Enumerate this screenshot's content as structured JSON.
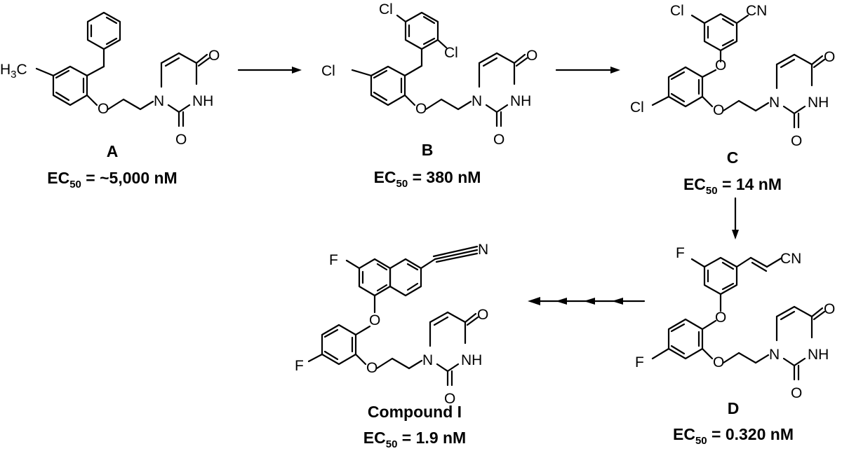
{
  "compounds": {
    "A": {
      "name": "A",
      "ec_prefix": "EC",
      "ec_sub": "50",
      "ec_value": " = ~5,000 nM",
      "atoms": {
        "h3c": "H",
        "h3c_sub": "3",
        "h3c_c": "C",
        "o_ether": "O",
        "n1": "N",
        "nh": "NH",
        "o_top": "O",
        "o_bot": "O"
      }
    },
    "B": {
      "name": "B",
      "ec_prefix": "EC",
      "ec_sub": "50",
      "ec_value": " = 380 nM",
      "atoms": {
        "cl_a": "Cl",
        "cl_b": "Cl",
        "cl_c": "Cl",
        "o_ether": "O",
        "n1": "N",
        "nh": "NH",
        "o_top": "O",
        "o_bot": "O"
      }
    },
    "C": {
      "name": "C",
      "ec_prefix": "EC",
      "ec_sub": "50",
      "ec_value": " = 14 nM",
      "atoms": {
        "cl_top": "Cl",
        "cn": "CN",
        "o_link": "O",
        "cl_left": "Cl",
        "o_ether": "O",
        "n1": "N",
        "nh": "NH",
        "o_top": "O",
        "o_bot": "O"
      }
    },
    "D": {
      "name": "D",
      "ec_prefix": "EC",
      "ec_sub": "50",
      "ec_value": " = 0.320 nM",
      "atoms": {
        "f_top": "F",
        "cn": "CN",
        "o_link": "O",
        "f_left": "F",
        "o_ether": "O",
        "n1": "N",
        "nh": "NH",
        "o_top": "O",
        "o_bot": "O"
      }
    },
    "I": {
      "name": "Compound I",
      "ec_prefix": "EC",
      "ec_sub": "50",
      "ec_value": " = 1.9 nM",
      "atoms": {
        "f_top": "F",
        "n_nitrile": "N",
        "o_link": "O",
        "f_left": "F",
        "o_ether": "O",
        "n1": "N",
        "nh": "NH",
        "o_top": "O",
        "o_bot": "O"
      }
    }
  },
  "arrows": {
    "a_to_b": "single",
    "b_to_c": "single",
    "c_to_d": "single",
    "d_to_i": "multi-step"
  }
}
